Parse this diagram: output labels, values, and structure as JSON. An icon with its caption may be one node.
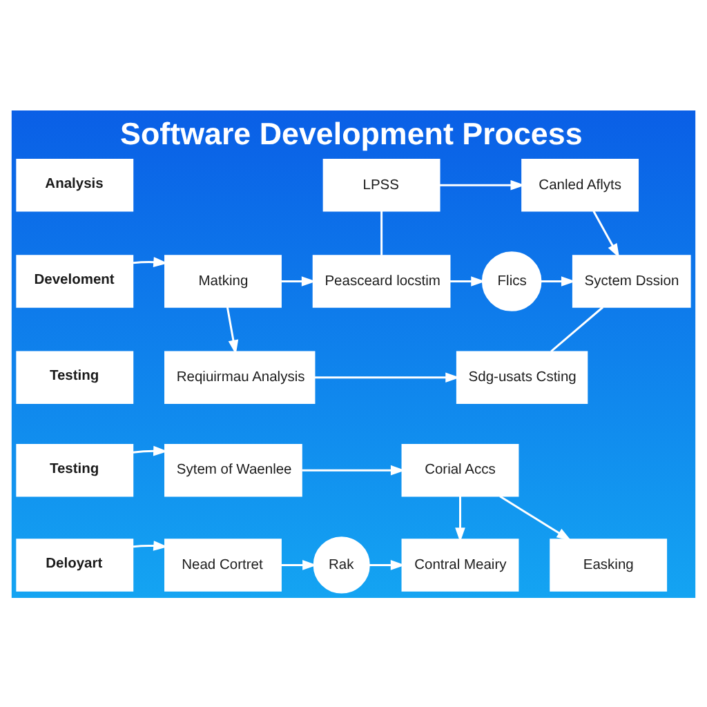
{
  "diagram": {
    "title": "Software Development Process",
    "nodes": [
      {
        "text": [
          "Analysis"
        ]
      },
      {
        "text": [
          "LPSS"
        ]
      },
      {
        "text": [
          "Canled Aflyts"
        ]
      },
      {
        "text": [
          "Develoment"
        ]
      },
      {
        "text": [
          "Matking"
        ]
      },
      {
        "text": [
          "Peasceard locstim"
        ]
      },
      {
        "text": [
          "Flics"
        ]
      },
      {
        "text": [
          "Syctem Dssion"
        ]
      },
      {
        "text": [
          "Testing"
        ]
      },
      {
        "text": [
          "Reqiuirmau Analysis"
        ]
      },
      {
        "text": [
          "Sdg-usats Csting"
        ]
      },
      {
        "text": [
          "Testing"
        ]
      },
      {
        "text": [
          "Sytem of Waenlee"
        ]
      },
      {
        "text": [
          "Corial Accs"
        ]
      },
      {
        "text": [
          "Deloyart"
        ]
      },
      {
        "text": [
          "Nead Cortret"
        ]
      },
      {
        "text": [
          "Rak"
        ]
      },
      {
        "text": [
          "Contral Meairy"
        ]
      },
      {
        "text": [
          "Easking"
        ]
      }
    ],
    "edges": [
      {
        "from": 1,
        "to": 5,
        "arrow": "none"
      },
      {
        "from": 1,
        "to": 2,
        "arrow": "to"
      },
      {
        "from": 2,
        "to": 7,
        "arrow": "to"
      },
      {
        "from": 3,
        "to": 4,
        "arrow": "to"
      },
      {
        "from": 4,
        "to": 5,
        "arrow": "to"
      },
      {
        "from": 5,
        "to": 6,
        "arrow": "to"
      },
      {
        "from": 6,
        "to": 7,
        "arrow": "to"
      },
      {
        "from": 4,
        "to": 9,
        "arrow": "to"
      },
      {
        "from": 9,
        "to": 10,
        "arrow": "to"
      },
      {
        "from": 7,
        "to": 10,
        "arrow": "none"
      },
      {
        "from": 11,
        "to": 12,
        "arrow": "to"
      },
      {
        "from": 12,
        "to": 13,
        "arrow": "to"
      },
      {
        "from": 13,
        "to": 17,
        "arrow": "to"
      },
      {
        "from": 13,
        "to": 18,
        "arrow": "to"
      },
      {
        "from": 14,
        "to": 15,
        "arrow": "to"
      },
      {
        "from": 15,
        "to": 16,
        "arrow": "to"
      },
      {
        "from": 16,
        "to": 17,
        "arrow": "to"
      }
    ]
  }
}
